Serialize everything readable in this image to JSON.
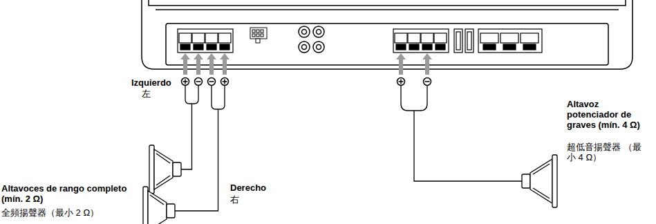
{
  "diagram": {
    "labels": [
      "Izquierdo",
      "左",
      "Altavoces de rango completo (mín. 2 Ω)",
      "全頻揚聲器（最小 2 Ω）",
      "Derecho",
      "右",
      "Altavoz potenciador de graves (mín. 4 Ω)",
      "超低音揚聲器 （最小 4 Ω）"
    ]
  }
}
